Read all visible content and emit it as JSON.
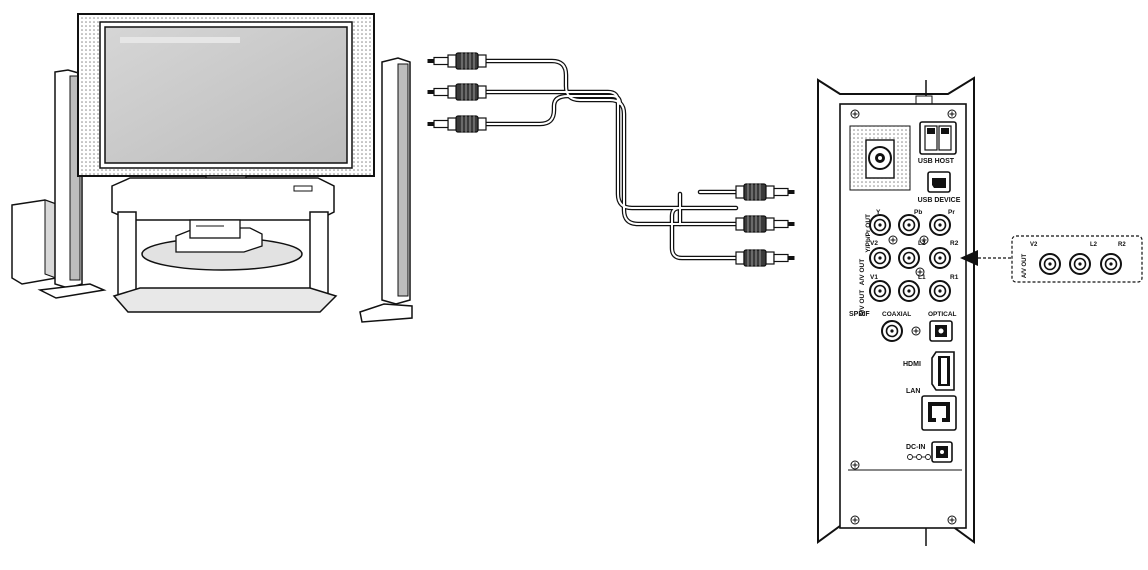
{
  "panel": {
    "usb_host": "USB HOST",
    "usb_device": "USB DEVICE",
    "ypbpr_side": "Y/Pb/Pr OUT",
    "y": "Y",
    "pb": "Pb",
    "pr": "Pr",
    "av_side_1": "A/V OUT",
    "v2": "V2",
    "l2": "L2",
    "r2": "R2",
    "av_side_2": "A/V OUT",
    "v1": "V1",
    "l1": "L1",
    "r1": "R1",
    "spdif": "SPDIF",
    "coaxial": "COAXIAL",
    "optical": "OPTICAL",
    "hdmi": "HDMI",
    "lan": "LAN",
    "dc_in": "DC-IN"
  },
  "callout": {
    "side": "A/V OUT",
    "v2": "V2",
    "l2": "L2",
    "r2": "R2"
  },
  "colors": {
    "line": "#111111",
    "screen": "#c8c8c8",
    "speaker_front": "#bdbdbd",
    "plug_band": "#3a3a3a"
  }
}
